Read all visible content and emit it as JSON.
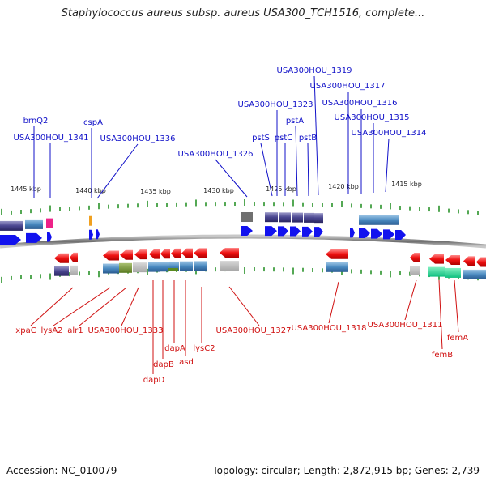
{
  "title": "Staphylococcus aureus subsp. aureus USA300_TCH1516, complete...",
  "footer": {
    "accession": "Accession: NC_010079",
    "topology": "Topology: circular; Length: 2,872,915 bp; Genes: 2,739"
  },
  "scale_labels": [
    "1445 kbp",
    "1440 kbp",
    "1435 kbp",
    "1430 kbp",
    "1425 kbp",
    "1420 kbp",
    "1415 kbp"
  ],
  "colors": {
    "upper_label": "#1010c8",
    "lower_label": "#d01010",
    "backbone": "#8a8a8a",
    "tick": "#1a8a1a"
  },
  "upper_genes": [
    "brnQ2",
    "USA300HOU_1341",
    "cspA",
    "USA300HOU_1336",
    "USA300HOU_1326",
    "pstS",
    "pstC",
    "pstA",
    "pstB",
    "USA300HOU_1323",
    "USA300HOU_1319",
    "USA300HOU_1317",
    "USA300HOU_1316",
    "USA300HOU_1315",
    "USA300HOU_1314"
  ],
  "lower_genes": [
    "xpaC",
    "lysA2",
    "alr1",
    "USA300HOU_1333",
    "dapD",
    "dapB",
    "dapA",
    "asd",
    "lysC2",
    "USA300HOU_1327",
    "USA300HOU_1318",
    "USA300HOU_1311",
    "femB",
    "femA"
  ]
}
